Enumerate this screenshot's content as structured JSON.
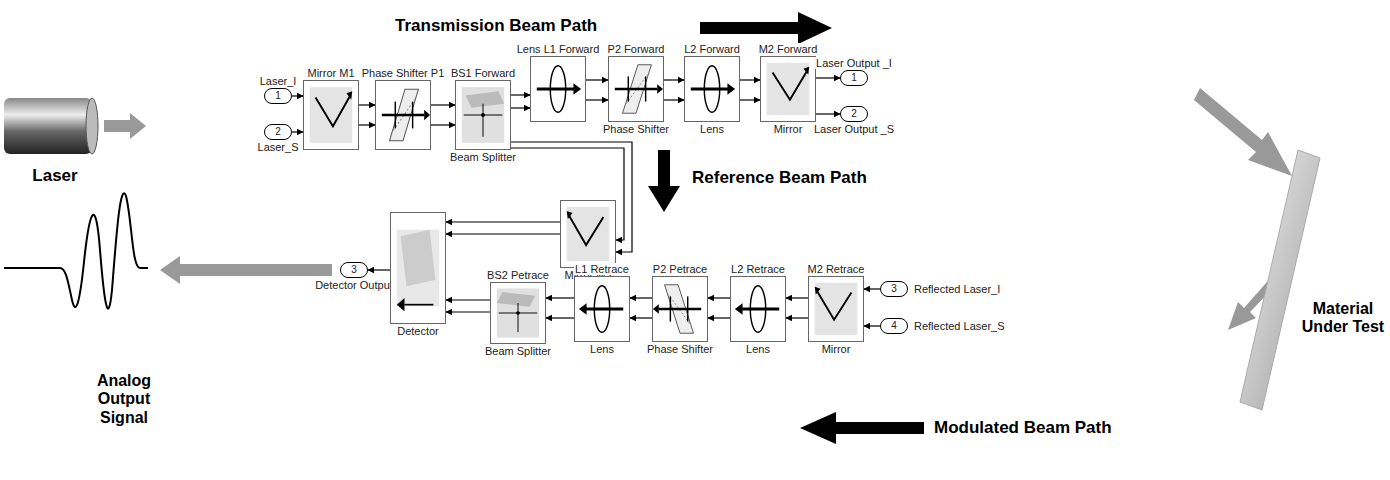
{
  "diagram": {
    "nodes": [
      {
        "text": [
          "Laser_I",
          "1"
        ]
      },
      {
        "text": [
          "2",
          "Laser_S"
        ]
      },
      {
        "text": [
          "Mirror M1"
        ]
      },
      {
        "text": [
          "Phase Shifter P1"
        ]
      },
      {
        "text": [
          "BS1 Forward",
          "Beam Splitter"
        ]
      },
      {
        "text": [
          "Lens L1 Forward"
        ]
      },
      {
        "text": [
          "P2 Forward",
          "Phase Shifter"
        ]
      },
      {
        "text": [
          "L2 Forward",
          "Lens"
        ]
      },
      {
        "text": [
          "M2 Forward",
          "Mirror"
        ]
      },
      {
        "text": [
          "Laser Output _I",
          "1"
        ]
      },
      {
        "text": [
          "2",
          "Laser Output _S"
        ]
      },
      {
        "text": [
          "Mirror M3"
        ]
      },
      {
        "text": [
          "3",
          "Detector Output"
        ]
      },
      {
        "text": [
          "Detector"
        ]
      },
      {
        "text": [
          "BS2 Petrace",
          "Beam Splitter"
        ]
      },
      {
        "text": [
          "L1 Retrace",
          "Lens"
        ]
      },
      {
        "text": [
          "P2 Petrace",
          "Phase Shifter"
        ]
      },
      {
        "text": [
          "L2 Retrace",
          "Lens"
        ]
      },
      {
        "text": [
          "M2 Retrace",
          "Mirror"
        ]
      },
      {
        "text": [
          "3",
          "Reflected Laser_I"
        ]
      },
      {
        "text": [
          "4",
          "Reflected Laser_S"
        ]
      }
    ],
    "edges": [
      {
        "from": 0,
        "to": 2,
        "arrow": "to"
      },
      {
        "from": 1,
        "to": 2,
        "arrow": "to"
      },
      {
        "from": 2,
        "to": 3,
        "arrow": "to"
      },
      {
        "from": 2,
        "to": 3,
        "arrow": "to"
      },
      {
        "from": 3,
        "to": 4,
        "arrow": "to"
      },
      {
        "from": 3,
        "to": 4,
        "arrow": "to"
      },
      {
        "from": 4,
        "to": 5,
        "arrow": "to"
      },
      {
        "from": 4,
        "to": 5,
        "arrow": "to"
      },
      {
        "from": 5,
        "to": 6,
        "arrow": "to"
      },
      {
        "from": 5,
        "to": 6,
        "arrow": "to"
      },
      {
        "from": 6,
        "to": 7,
        "arrow": "to"
      },
      {
        "from": 6,
        "to": 7,
        "arrow": "to"
      },
      {
        "from": 7,
        "to": 8,
        "arrow": "to"
      },
      {
        "from": 7,
        "to": 8,
        "arrow": "to"
      },
      {
        "from": 8,
        "to": 9,
        "arrow": "to"
      },
      {
        "from": 8,
        "to": 10,
        "arrow": "to"
      },
      {
        "from": 4,
        "to": 11,
        "arrow": "to"
      },
      {
        "from": 4,
        "to": 11,
        "arrow": "to"
      },
      {
        "from": 11,
        "to": 13,
        "arrow": "to"
      },
      {
        "from": 11,
        "to": 13,
        "arrow": "to"
      },
      {
        "from": 19,
        "to": 18,
        "arrow": "to"
      },
      {
        "from": 20,
        "to": 18,
        "arrow": "to"
      },
      {
        "from": 18,
        "to": 17,
        "arrow": "to"
      },
      {
        "from": 18,
        "to": 17,
        "arrow": "to"
      },
      {
        "from": 17,
        "to": 16,
        "arrow": "to"
      },
      {
        "from": 17,
        "to": 16,
        "arrow": "to"
      },
      {
        "from": 16,
        "to": 15,
        "arrow": "to"
      },
      {
        "from": 16,
        "to": 15,
        "arrow": "to"
      },
      {
        "from": 15,
        "to": 14,
        "arrow": "to"
      },
      {
        "from": 15,
        "to": 14,
        "arrow": "to"
      },
      {
        "from": 14,
        "to": 13,
        "arrow": "to"
      },
      {
        "from": 14,
        "to": 13,
        "arrow": "to"
      },
      {
        "from": 13,
        "to": 12,
        "arrow": "to"
      }
    ],
    "labels": [
      "Transmission Beam Path",
      "Reference Beam Path",
      "Modulated Beam Path",
      "Laser",
      "Material Under Test",
      "Analog Output Signal"
    ]
  }
}
